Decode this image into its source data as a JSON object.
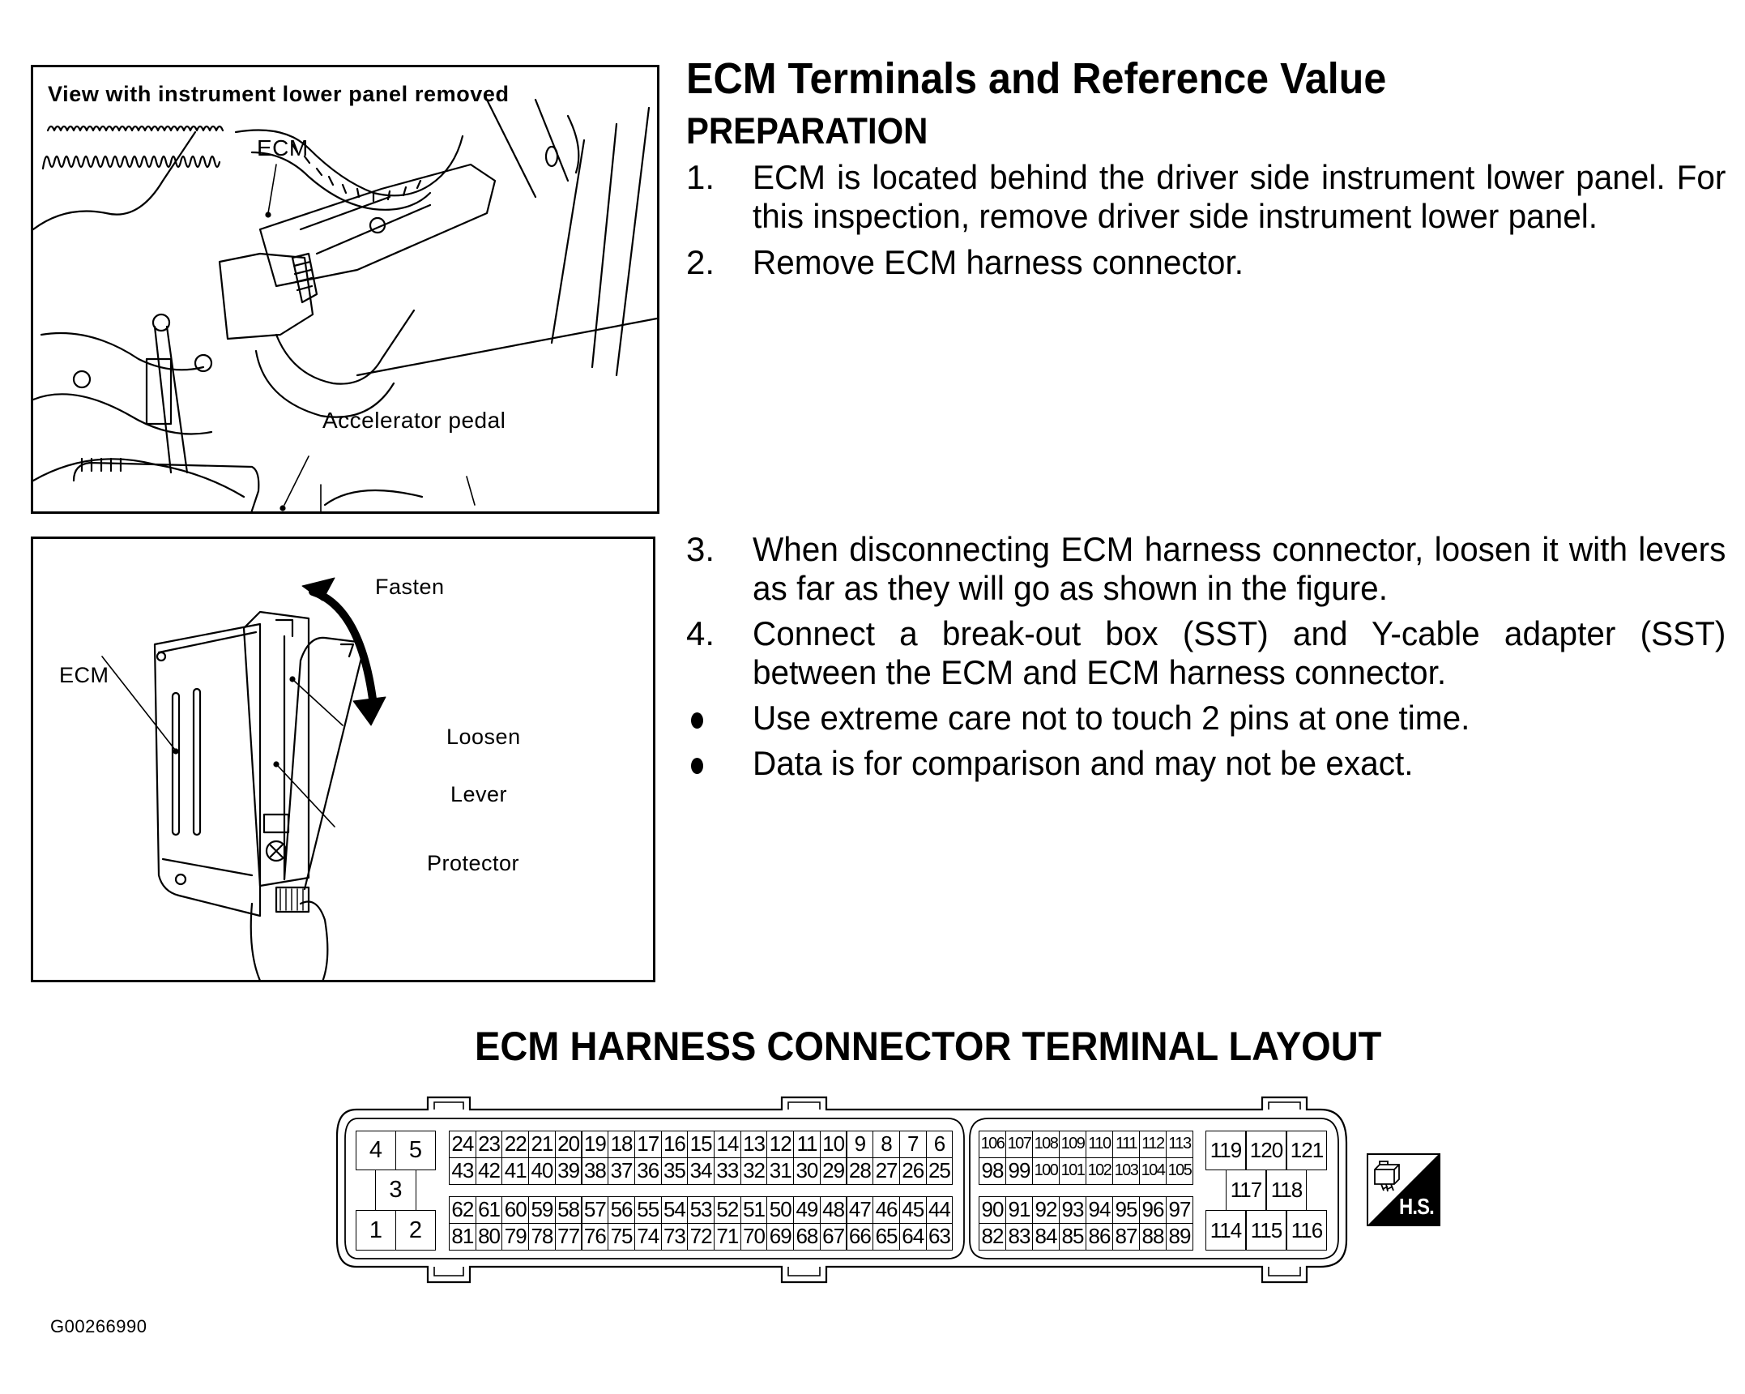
{
  "figure_top": {
    "caption": "View with instrument lower panel removed",
    "labels": {
      "ecm": "ECM",
      "accelerator_pedal": "Accelerator pedal"
    }
  },
  "figure_lever": {
    "labels": {
      "fasten": "Fasten",
      "loosen": "Loosen",
      "ecm": "ECM",
      "lever": "Lever",
      "protector": "Protector"
    }
  },
  "document": {
    "title": "ECM Terminals and Reference Value",
    "section": "PREPARATION",
    "steps": [
      {
        "marker": "1.",
        "text": "ECM is located behind the driver side instrument lower panel. For this inspection, remove driver side instrument lower panel."
      },
      {
        "marker": "2.",
        "text": "Remove ECM harness connector."
      },
      {
        "marker": "3.",
        "text": "When disconnecting ECM harness connector, loosen it with levers as far as they will go as shown in the figure."
      },
      {
        "marker": "4.",
        "text": "Connect a break-out box (SST) and Y-cable adapter (SST) between the ECM and ECM harness connector."
      },
      {
        "marker": "bullet",
        "text": "Use extreme care not to touch 2 pins at one time."
      },
      {
        "marker": "bullet",
        "text": "Data is for comparison and may not be exact."
      }
    ]
  },
  "connector": {
    "title": "ECM HARNESS CONNECTOR TERMINAL LAYOUT",
    "power_block": {
      "top": [
        "4",
        "5"
      ],
      "middle": [
        "3"
      ],
      "bottom": [
        "1",
        "2"
      ]
    },
    "main_block": {
      "rows": [
        [
          "24",
          "23",
          "22",
          "21",
          "20",
          "19",
          "18",
          "17",
          "16",
          "15",
          "14",
          "13",
          "12",
          "11",
          "10",
          "9",
          "8",
          "7",
          "6"
        ],
        [
          "43",
          "42",
          "41",
          "40",
          "39",
          "38",
          "37",
          "36",
          "35",
          "34",
          "33",
          "32",
          "31",
          "30",
          "29",
          "28",
          "27",
          "26",
          "25"
        ],
        [
          "62",
          "61",
          "60",
          "59",
          "58",
          "57",
          "56",
          "55",
          "54",
          "53",
          "52",
          "51",
          "50",
          "49",
          "48",
          "47",
          "46",
          "45",
          "44"
        ],
        [
          "81",
          "80",
          "79",
          "78",
          "77",
          "76",
          "75",
          "74",
          "73",
          "72",
          "71",
          "70",
          "69",
          "68",
          "67",
          "66",
          "65",
          "64",
          "63"
        ]
      ]
    },
    "secondary_block": {
      "rows": [
        [
          "106",
          "107",
          "108",
          "109",
          "110",
          "111",
          "112",
          "113"
        ],
        [
          "98",
          "99",
          "100",
          "101",
          "102",
          "103",
          "104",
          "105"
        ],
        [
          "90",
          "91",
          "92",
          "93",
          "94",
          "95",
          "96",
          "97"
        ],
        [
          "82",
          "83",
          "84",
          "85",
          "86",
          "87",
          "88",
          "89"
        ]
      ]
    },
    "large_block": {
      "top": [
        "119",
        "120",
        "121"
      ],
      "middle": [
        "117",
        "118"
      ],
      "bottom": [
        "114",
        "115",
        "116"
      ]
    },
    "badge": {
      "icon": "harness-connector-icon",
      "text": "H.S."
    }
  },
  "footer": {
    "code": "G00266990"
  }
}
